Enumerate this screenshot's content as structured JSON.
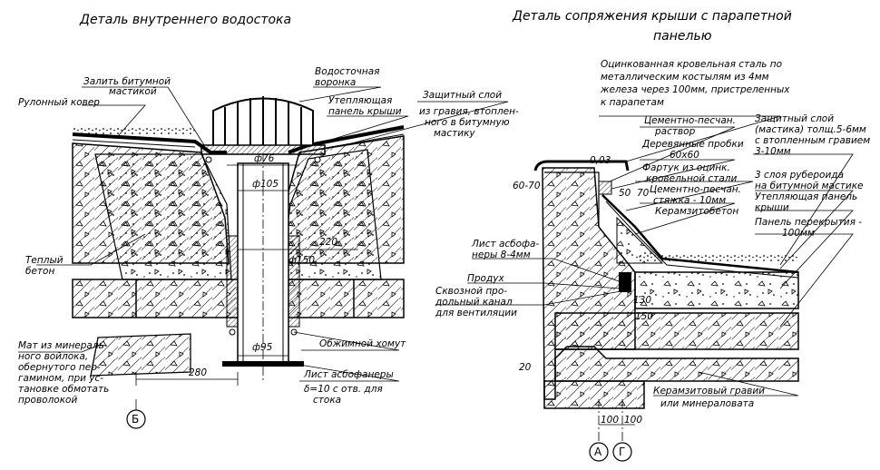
{
  "left_detail": {
    "title": "Деталь внутреннего водостока",
    "labels": {
      "pour_bitumen_1": "Залить битумной",
      "pour_bitumen_2": "мастикой",
      "roll_carpet": "Рулонный ковер",
      "drain_funnel_1": "Водосточная",
      "drain_funnel_2": "воронка",
      "insulating_panel_1": "Утепляющая",
      "insulating_panel_2": "панель крыши",
      "protective_layer_1": "Защитный слой",
      "protective_layer_2": "из гравия, втоплен-",
      "protective_layer_3": "ного в битумную",
      "protective_layer_4": "мастику",
      "warm_concrete_1": "Теплый",
      "warm_concrete_2": "бетон",
      "mat_1": "Мат из минераль-",
      "mat_2": "ного войлока,",
      "mat_3": "обернутого пер-",
      "mat_4": "гамином, при ус-",
      "mat_5": "тановке обмотать",
      "mat_6": "проволокой",
      "clamp": "Обжимной хомут",
      "plywood_1": "Лист асбофанеры",
      "plywood_2": "δ=10 с отв. для",
      "plywood_3": "стока"
    },
    "dimensions": {
      "d76": "ф76",
      "d105": "ф105",
      "d150": "ф150",
      "d95": "ф95",
      "w220": "220",
      "w280": "280"
    },
    "axis": "Б"
  },
  "right_detail": {
    "title_1": "Деталь сопряжения крыши с парапетной",
    "title_2": "панелью",
    "labels": {
      "steel_1": "Оцинкованная кровельная сталь по",
      "steel_2": "металлическим костылям из 4мм",
      "steel_3": "железа через 100мм, пристреленных",
      "steel_4": "к парапетам",
      "mortar_1": "Цементно-песчан.",
      "mortar_2": "раствор",
      "wood_plugs_1": "Деревянные пробки",
      "wood_plugs_2": "60x60",
      "apron_1": "Фартук из оцинк.",
      "apron_2": "кровельной стали",
      "screed_1": "Цементно-песчан.",
      "screed_2": "стяжка - 10мм",
      "claydite_concrete": "Керамзитобетон",
      "protective_1": "Защитный слой",
      "protective_2": "(мастика) толщ.5-6мм",
      "protective_3": "с втопленным гравием",
      "protective_4": "3-10мм",
      "ruberoid_1": "3 слоя рубероида",
      "ruberoid_2": "на битумной мастике",
      "insul_panel_1": "Утепляющая панель",
      "insul_panel_2": "крыши",
      "floor_panel_1": "Панель перекрытия -",
      "floor_panel_2": "100мм",
      "asbestos_1": "Лист асбофа-",
      "asbestos_2": "неры 8-4мм",
      "vent": "Продух",
      "channel_1": "Сквозной про-",
      "channel_2": "дольный канал",
      "channel_3": "для вентиляции",
      "gravel_1": "Керамзитовый гравий",
      "gravel_2": "или минераловата"
    },
    "dimensions": {
      "d003": "0,03",
      "d6070": "60-70",
      "d50": "50",
      "d70": "70",
      "d130": "130",
      "d150": "150",
      "d20": "20",
      "d100": "100",
      "d100b": "100"
    },
    "axis_a": "А",
    "axis_g": "Г"
  }
}
